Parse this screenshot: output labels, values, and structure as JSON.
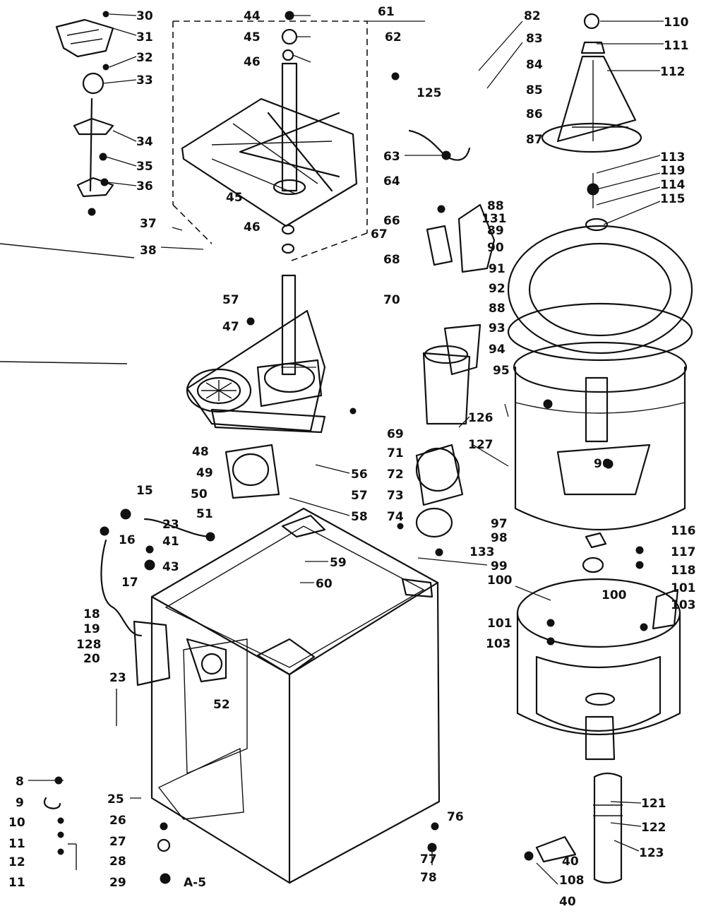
{
  "diagram": {
    "sheet_label": "A-5",
    "labels": [
      {
        "id": "l30",
        "text": "30"
      },
      {
        "id": "l31",
        "text": "31"
      },
      {
        "id": "l32",
        "text": "32"
      },
      {
        "id": "l33",
        "text": "33"
      },
      {
        "id": "l34",
        "text": "34"
      },
      {
        "id": "l35",
        "text": "35"
      },
      {
        "id": "l36",
        "text": "36"
      },
      {
        "id": "l37",
        "text": "37"
      },
      {
        "id": "l38",
        "text": "38"
      },
      {
        "id": "l57a",
        "text": "57"
      },
      {
        "id": "l44",
        "text": "44"
      },
      {
        "id": "l45",
        "text": "45"
      },
      {
        "id": "l46",
        "text": "46"
      },
      {
        "id": "l45b",
        "text": "45"
      },
      {
        "id": "l46b",
        "text": "46"
      },
      {
        "id": "l61",
        "text": "61"
      },
      {
        "id": "l62",
        "text": "62"
      },
      {
        "id": "l67",
        "text": "67"
      },
      {
        "id": "l47",
        "text": "47"
      },
      {
        "id": "l48",
        "text": "48"
      },
      {
        "id": "l49",
        "text": "49"
      },
      {
        "id": "l50",
        "text": "50"
      },
      {
        "id": "l51",
        "text": "51"
      },
      {
        "id": "l15",
        "text": "15"
      },
      {
        "id": "l16",
        "text": "16"
      },
      {
        "id": "l23",
        "text": "23"
      },
      {
        "id": "l41",
        "text": "41"
      },
      {
        "id": "l43",
        "text": "43"
      },
      {
        "id": "l17",
        "text": "17"
      },
      {
        "id": "l18",
        "text": "18"
      },
      {
        "id": "l19",
        "text": "19"
      },
      {
        "id": "l128",
        "text": "128"
      },
      {
        "id": "l20",
        "text": "20"
      },
      {
        "id": "l23b",
        "text": "23"
      },
      {
        "id": "l52",
        "text": "52"
      },
      {
        "id": "l56",
        "text": "56"
      },
      {
        "id": "l57b",
        "text": "57"
      },
      {
        "id": "l58",
        "text": "58"
      },
      {
        "id": "l59",
        "text": "59"
      },
      {
        "id": "l60",
        "text": "60"
      },
      {
        "id": "l8",
        "text": "8"
      },
      {
        "id": "l9",
        "text": "9"
      },
      {
        "id": "l10",
        "text": "10"
      },
      {
        "id": "l11",
        "text": "11"
      },
      {
        "id": "l12",
        "text": "12"
      },
      {
        "id": "l11b",
        "text": "11"
      },
      {
        "id": "l25",
        "text": "25"
      },
      {
        "id": "l26",
        "text": "26"
      },
      {
        "id": "l27",
        "text": "27"
      },
      {
        "id": "l28",
        "text": "28"
      },
      {
        "id": "l29",
        "text": "29"
      },
      {
        "id": "l82",
        "text": "82"
      },
      {
        "id": "l83",
        "text": "83"
      },
      {
        "id": "l84",
        "text": "84"
      },
      {
        "id": "l85",
        "text": "85"
      },
      {
        "id": "l86",
        "text": "86"
      },
      {
        "id": "l87",
        "text": "87"
      },
      {
        "id": "l125",
        "text": "125"
      },
      {
        "id": "l63",
        "text": "63"
      },
      {
        "id": "l64",
        "text": "64"
      },
      {
        "id": "l66",
        "text": "66"
      },
      {
        "id": "l68",
        "text": "68"
      },
      {
        "id": "l70",
        "text": "70"
      },
      {
        "id": "l88",
        "text": "88"
      },
      {
        "id": "l131",
        "text": "131"
      },
      {
        "id": "l89",
        "text": "89"
      },
      {
        "id": "l90",
        "text": "90"
      },
      {
        "id": "l91",
        "text": "91"
      },
      {
        "id": "l92",
        "text": "92"
      },
      {
        "id": "l88b",
        "text": "88"
      },
      {
        "id": "l93",
        "text": "93"
      },
      {
        "id": "l94",
        "text": "94"
      },
      {
        "id": "l69",
        "text": "69"
      },
      {
        "id": "l71",
        "text": "71"
      },
      {
        "id": "l126",
        "text": "126"
      },
      {
        "id": "l127",
        "text": "127"
      },
      {
        "id": "l72",
        "text": "72"
      },
      {
        "id": "l73",
        "text": "73"
      },
      {
        "id": "l74",
        "text": "74"
      },
      {
        "id": "l97",
        "text": "97"
      },
      {
        "id": "l98",
        "text": "98"
      },
      {
        "id": "l133",
        "text": "133"
      },
      {
        "id": "l99",
        "text": "99"
      },
      {
        "id": "l100",
        "text": "100"
      },
      {
        "id": "l95",
        "text": "95"
      },
      {
        "id": "l96",
        "text": "96"
      },
      {
        "id": "l110",
        "text": "110"
      },
      {
        "id": "l111",
        "text": "111"
      },
      {
        "id": "l112",
        "text": "112"
      },
      {
        "id": "l113",
        "text": "113"
      },
      {
        "id": "l119",
        "text": "119"
      },
      {
        "id": "l114",
        "text": "114"
      },
      {
        "id": "l115",
        "text": "115"
      },
      {
        "id": "l116",
        "text": "116"
      },
      {
        "id": "l117",
        "text": "117"
      },
      {
        "id": "l118",
        "text": "118"
      },
      {
        "id": "l101",
        "text": "101"
      },
      {
        "id": "l103",
        "text": "103"
      },
      {
        "id": "l100b",
        "text": "100"
      },
      {
        "id": "l101b",
        "text": "101"
      },
      {
        "id": "l103b",
        "text": "103"
      },
      {
        "id": "l121",
        "text": "121"
      },
      {
        "id": "l122",
        "text": "122"
      },
      {
        "id": "l123",
        "text": "123"
      },
      {
        "id": "l40",
        "text": "40"
      },
      {
        "id": "l108",
        "text": "108"
      },
      {
        "id": "l40b",
        "text": "40"
      },
      {
        "id": "l76",
        "text": "76"
      },
      {
        "id": "l77",
        "text": "77"
      },
      {
        "id": "l78",
        "text": "78"
      }
    ]
  }
}
